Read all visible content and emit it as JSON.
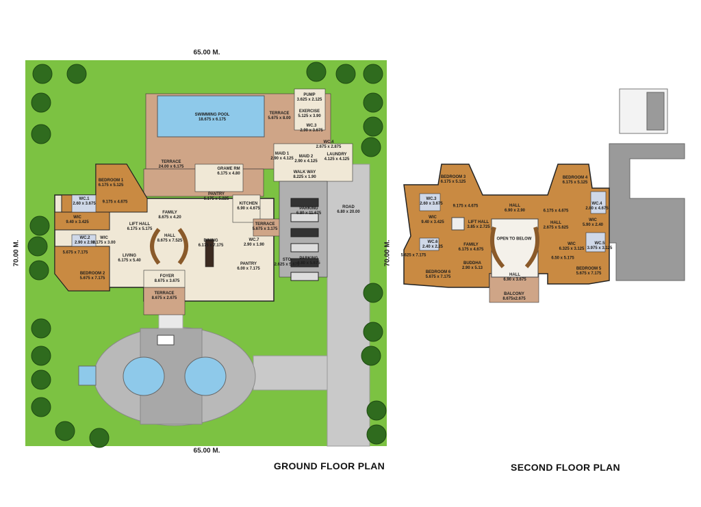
{
  "ground_floor": {
    "title": "GROUND FLOOR PLAN",
    "dim_top": "65.00 M.",
    "dim_bottom": "65.00 M.",
    "dim_left": "70.00 M.",
    "dim_right": "70.00 M.",
    "rooms": [
      {
        "name": "PUMP",
        "size": "3.625 x 2.125"
      },
      {
        "name": "EXERCISE",
        "size": "5.125 x 3.90"
      },
      {
        "name": "WC.3",
        "size": "2.90 x 3.675"
      },
      {
        "name": "SWIMMING POOL",
        "size": "18.675 x 6.175"
      },
      {
        "name": "TERRACE",
        "size": "5.675 x 8.00"
      },
      {
        "name": "TERRACE",
        "size": "24.00 x 6.175"
      },
      {
        "name": "GRAME RM",
        "size": "6.175 x 4.80"
      },
      {
        "name": "MAID 1",
        "size": "2.90 x 4.125"
      },
      {
        "name": "MAID 2",
        "size": "2.90 x 4.125"
      },
      {
        "name": "WC.4",
        "size": "2.675 x 2.875"
      },
      {
        "name": "LAUNDRY",
        "size": "4.125 x 4.125"
      },
      {
        "name": "WALK WAY",
        "size": "8.225 x 1.90"
      },
      {
        "name": "BEDROOM 1",
        "size": "6.175 x 5.125"
      },
      {
        "name": "WC.1",
        "size": "2.60 x 3.675"
      },
      {
        "name": "",
        "size": "9.175 x 4.675"
      },
      {
        "name": "PANTRY",
        "size": "6.175 x 5.225"
      },
      {
        "name": "KITCHEN",
        "size": "6.90 x 4.675"
      },
      {
        "name": "FAMILY",
        "size": "8.675 x 4.20"
      },
      {
        "name": "WIC",
        "size": "9.40 x 3.425"
      },
      {
        "name": "LIFT HALL",
        "size": "6.175 x 5.175"
      },
      {
        "name": "HALL",
        "size": "8.675 x 7.525"
      },
      {
        "name": "TERRACE",
        "size": "5.675 x 3.175"
      },
      {
        "name": "PARKING",
        "size": "6.80 x 11.675"
      },
      {
        "name": "ROAD",
        "size": "6.80 x 20.00"
      },
      {
        "name": "WC.2",
        "size": "2.90 x 2.90"
      },
      {
        "name": "WIC",
        "size": "2.175 x 3.00"
      },
      {
        "name": "DINING",
        "size": "6.175 x 7.175"
      },
      {
        "name": "WC.7",
        "size": "2.90 x 1.90"
      },
      {
        "name": "",
        "size": "5.675 x 7.175"
      },
      {
        "name": "LIVING",
        "size": "6.175 x 5.40"
      },
      {
        "name": "PANTRY",
        "size": "6.00 x 7.175"
      },
      {
        "name": "STO",
        "size": "2.625 x 5.675"
      },
      {
        "name": "PARKING",
        "size": "6.80 x 5.675"
      },
      {
        "name": "BEDROOM 2",
        "size": "5.675 x 7.175"
      },
      {
        "name": "FOYER",
        "size": "8.675 x 3.675"
      },
      {
        "name": "TERRACE",
        "size": "8.675 x 2.675"
      }
    ]
  },
  "second_floor": {
    "title": "SECOND FLOOR PLAN",
    "rooms": [
      {
        "name": "BEDROOM 3",
        "size": "6.175 x 5.125"
      },
      {
        "name": "WC.3",
        "size": "2.60 x 3.675"
      },
      {
        "name": "",
        "size": "9.175 x 4.675"
      },
      {
        "name": "HALL",
        "size": "6.90 x 2.90"
      },
      {
        "name": "WIC",
        "size": "9.40 x 3.425"
      },
      {
        "name": "LIFT HALL",
        "size": "3.85 x 2.725"
      },
      {
        "name": "BEDROOM 4",
        "size": "6.175 x 5.125"
      },
      {
        "name": "WC.4",
        "size": "2.80 x 4.675"
      },
      {
        "name": "",
        "size": "6.175 x 4.675"
      },
      {
        "name": "HALL",
        "size": "2.675 x 5.625"
      },
      {
        "name": "WIC",
        "size": "5.90 x 2.40"
      },
      {
        "name": "OPEN TO BELOW",
        "size": ""
      },
      {
        "name": "WC.6",
        "size": "2.40 x 2.25"
      },
      {
        "name": "FAMILY",
        "size": "6.175 x 4.675"
      },
      {
        "name": "WIC",
        "size": "6.325 x 3.125"
      },
      {
        "name": "WC.5",
        "size": "3.975 x 3.125"
      },
      {
        "name": "",
        "size": "5.625 x 7.175"
      },
      {
        "name": "",
        "size": "6.50 x 5.175"
      },
      {
        "name": "BUDDHA",
        "size": "2.90 x 5.13"
      },
      {
        "name": "BEDROOM 6",
        "size": "5.675 x 7.175"
      },
      {
        "name": "BEDROOM 5",
        "size": "5.675 x 7.175"
      },
      {
        "name": "HALL",
        "size": "6.90 x 3.675"
      },
      {
        "name": "BALCONY",
        "size": "8.675x2.675"
      }
    ]
  },
  "colors": {
    "lawn": "#7cc242",
    "wood": "#c98a42",
    "floor": "#f0e8d6",
    "terrace": "#cfa587",
    "pool": "#8ec9ea",
    "road": "#c9c9c9",
    "roof": "#9a9a9a",
    "tree": "#2f6b1e"
  }
}
